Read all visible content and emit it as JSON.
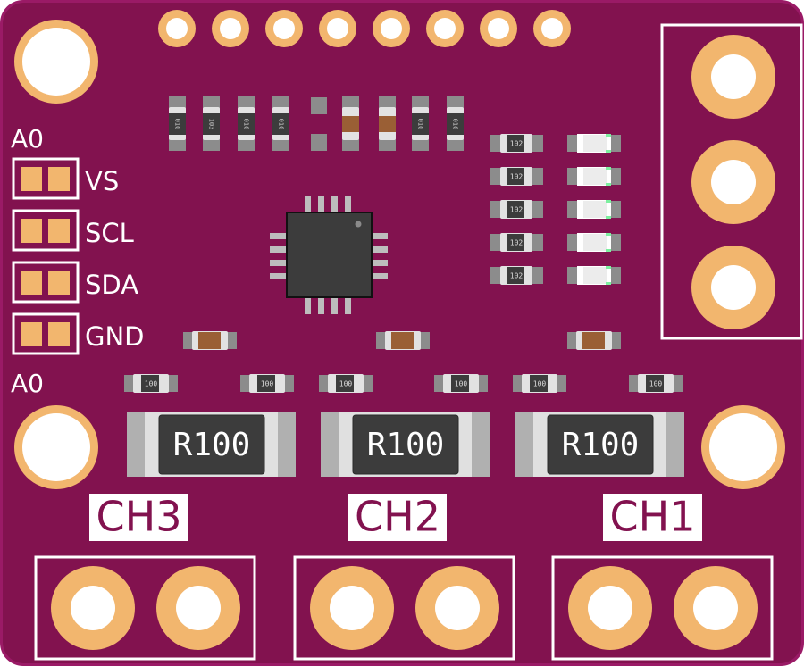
{
  "board": {
    "colors": {
      "pcb": "#82124f",
      "edge": "#9a1a66",
      "copper": "#f2b66e",
      "silkscreen": "#ffffff",
      "ic_body": "#3c3c3c",
      "capacitor": "#9a5f35",
      "pad_gray": "#8c8c8c"
    },
    "top_header": {
      "pin_count": 8
    },
    "address_label_top": "A0",
    "address_label_bottom": "A0",
    "jumpers": [
      {
        "label": "VS"
      },
      {
        "label": "SCL"
      },
      {
        "label": "SDA"
      },
      {
        "label": "GND"
      }
    ],
    "top_resistors": [
      {
        "marking": "010"
      },
      {
        "marking": "103"
      },
      {
        "marking": "010"
      },
      {
        "marking": "010"
      },
      {
        "marking": ""
      },
      {
        "marking": ""
      },
      {
        "marking": ""
      },
      {
        "marking": "010"
      },
      {
        "marking": "010"
      }
    ],
    "led_resistors": [
      {
        "marking": "102"
      },
      {
        "marking": "102"
      },
      {
        "marking": "102"
      },
      {
        "marking": "102"
      },
      {
        "marking": "102"
      }
    ],
    "led_count": 5,
    "filter_resistors": [
      {
        "marking": "100"
      },
      {
        "marking": "100"
      },
      {
        "marking": "100"
      },
      {
        "marking": "100"
      },
      {
        "marking": "100"
      },
      {
        "marking": "100"
      }
    ],
    "shunt_resistors": [
      {
        "marking": "R100",
        "channel": "CH3"
      },
      {
        "marking": "R100",
        "channel": "CH2"
      },
      {
        "marking": "R100",
        "channel": "CH1"
      }
    ],
    "channels": [
      {
        "label": "CH3"
      },
      {
        "label": "CH2"
      },
      {
        "label": "CH1"
      }
    ],
    "ic": {
      "package": "QFN-16"
    },
    "right_header": {
      "pin_count": 3
    }
  }
}
